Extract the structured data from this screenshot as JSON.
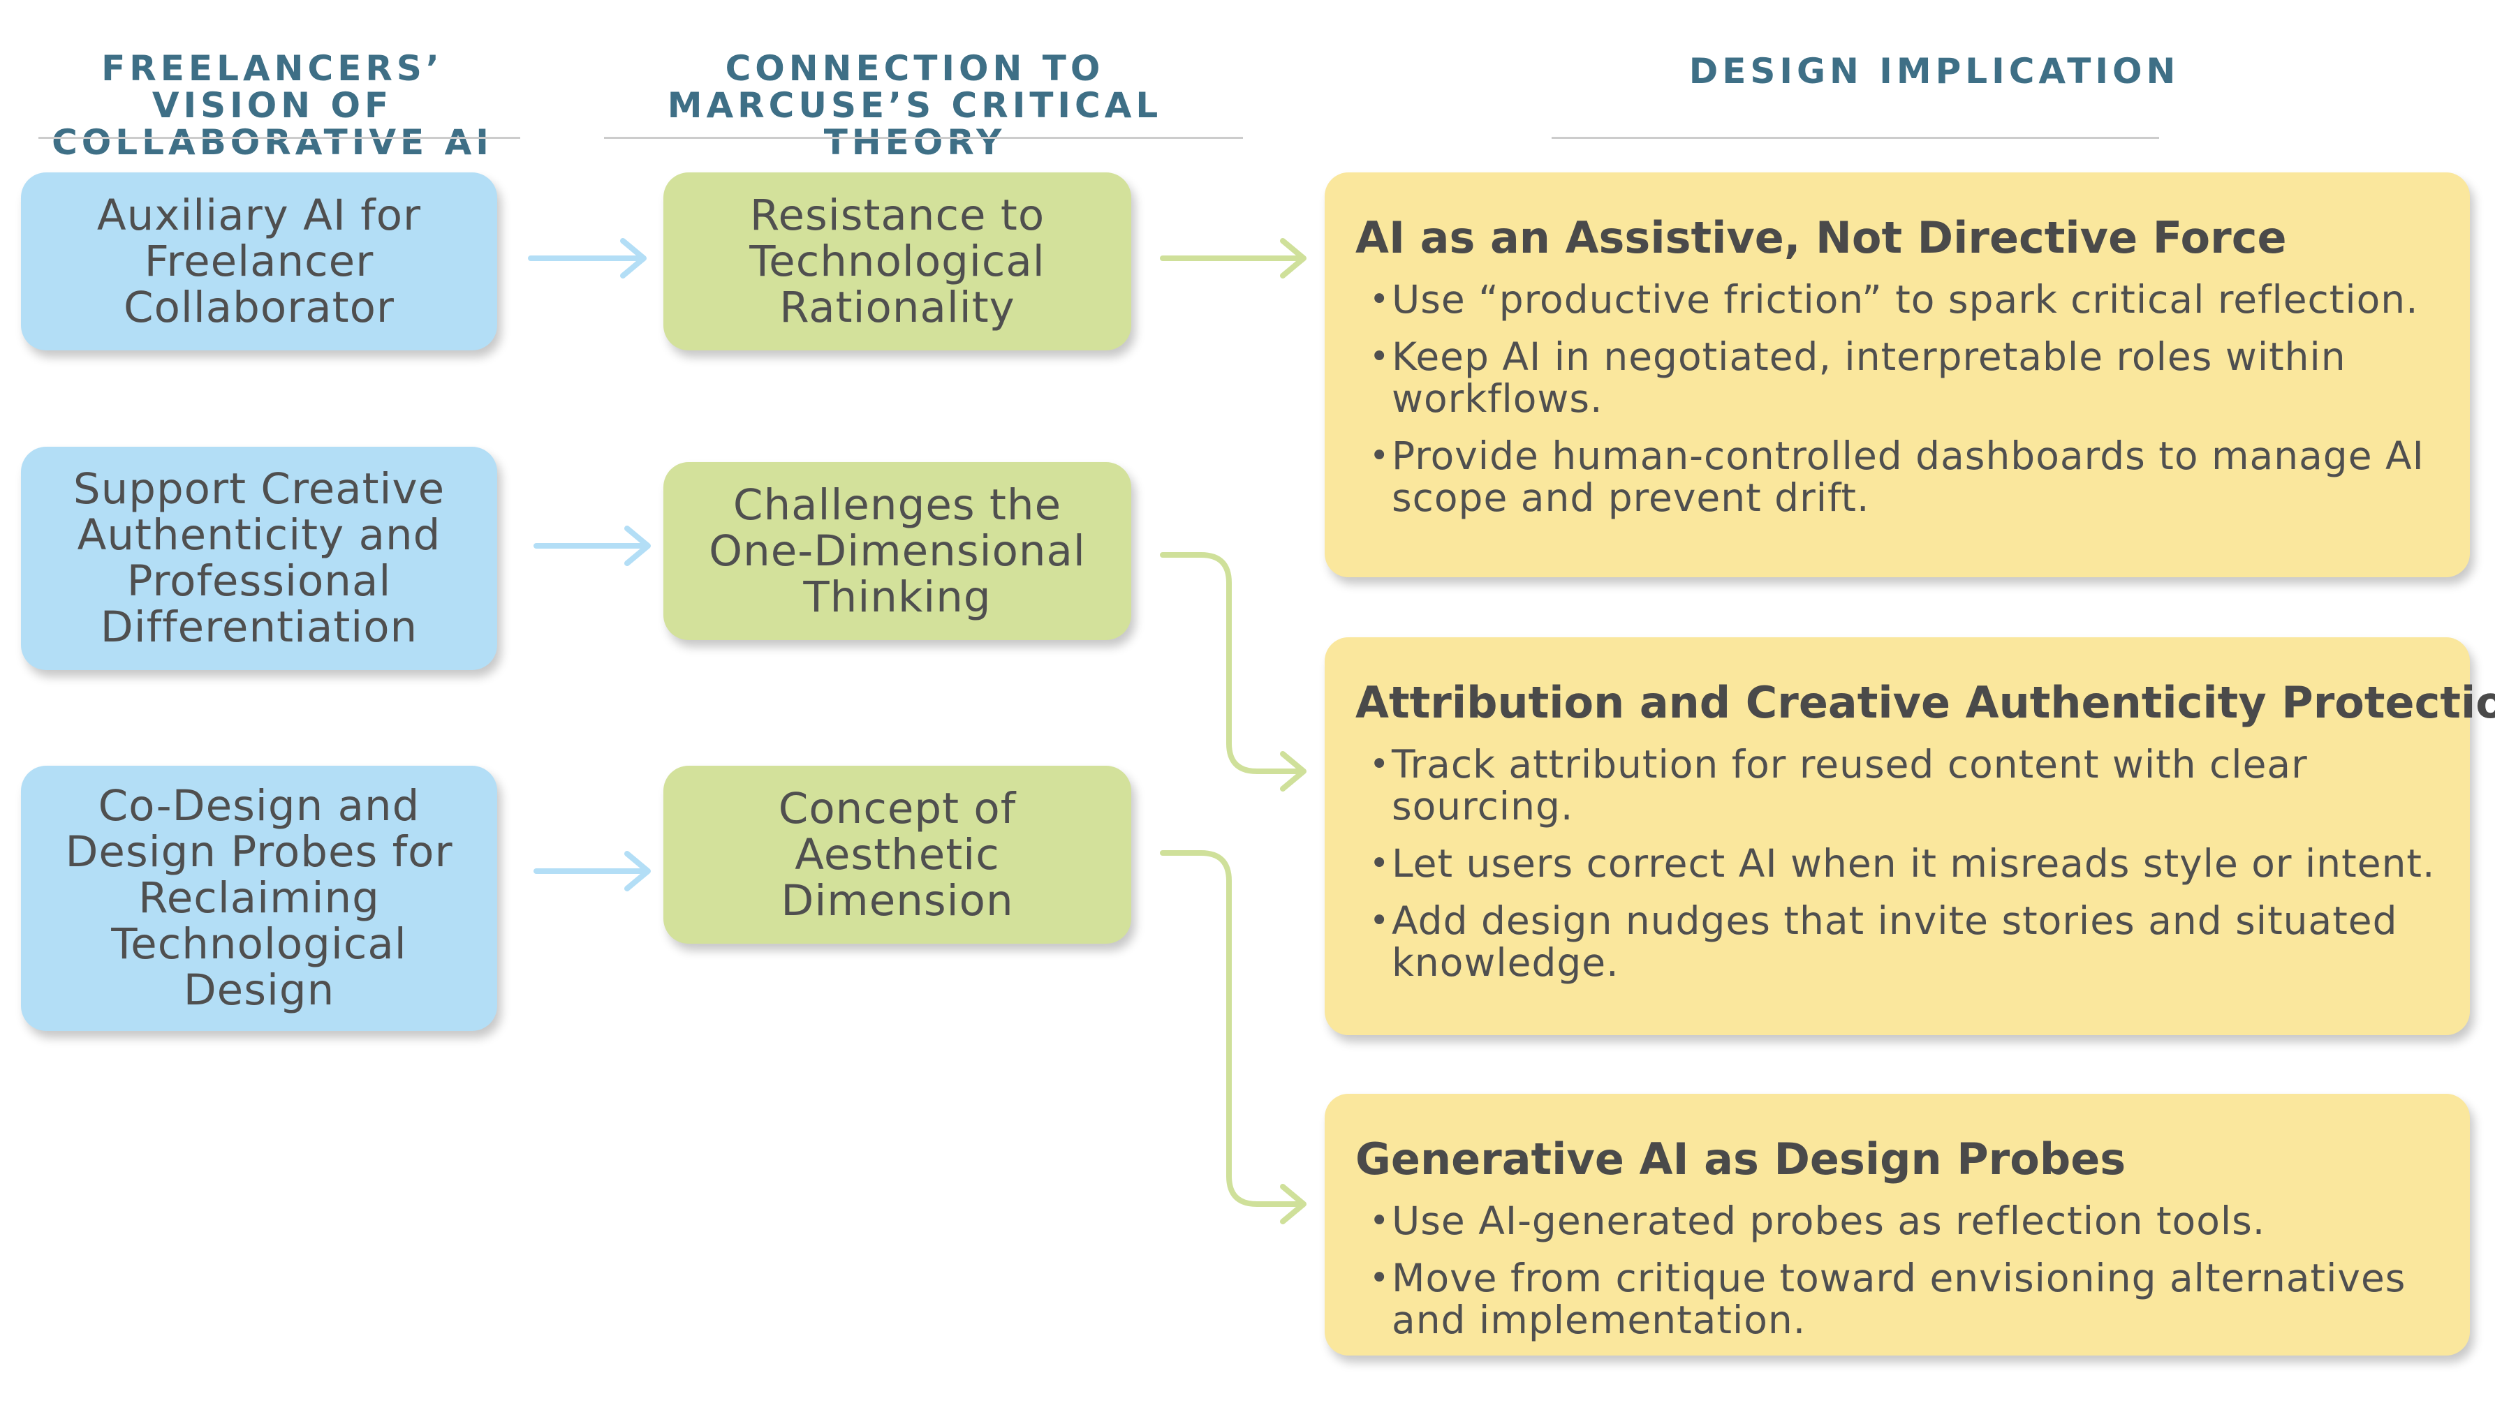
{
  "headers": {
    "col1": "FREELANCERS’ VISION OF COLLABORATIVE AI",
    "col2": "CONNECTION TO MARCUSE’S CRITICAL THEORY",
    "col3": "DESIGN IMPLICATION"
  },
  "visions": [
    "Auxiliary AI for Freelancer Collaborator",
    "Support Creative Authenticity and Professional Differentiation",
    "Co-Design and Design Probes for Reclaiming Technological Design"
  ],
  "connections": [
    "Resistance to Technological Rationality",
    "Challenges the One-Dimensional Thinking",
    "Concept of Aesthetic Dimension"
  ],
  "implications": [
    {
      "title": "AI as an Assistive, Not Directive Force",
      "items": [
        "Use “productive friction” to spark critical reflection.",
        "Keep AI in negotiated, interpretable roles within workflows.",
        "Provide human-controlled dashboards to manage AI scope and prevent drift."
      ]
    },
    {
      "title": "Attribution and Creative Authenticity Protection",
      "items": [
        "Track attribution for reused content with clear sourcing.",
        "Let users correct AI when it misreads style or intent.",
        "Add design nudges that invite stories and situated knowledge."
      ]
    },
    {
      "title": "Generative AI as Design Probes",
      "items": [
        "Use AI-generated probes as reflection tools.",
        "Move from critique toward envisioning alternatives and implementation."
      ]
    }
  ],
  "colors": {
    "header": "#3e6f86",
    "blue_box": "#b3def6",
    "green_box": "#d3e19b",
    "yellow_box": "#fae79d",
    "blue_arrow": "#b3def6",
    "green_arrow": "#cfe09a"
  }
}
